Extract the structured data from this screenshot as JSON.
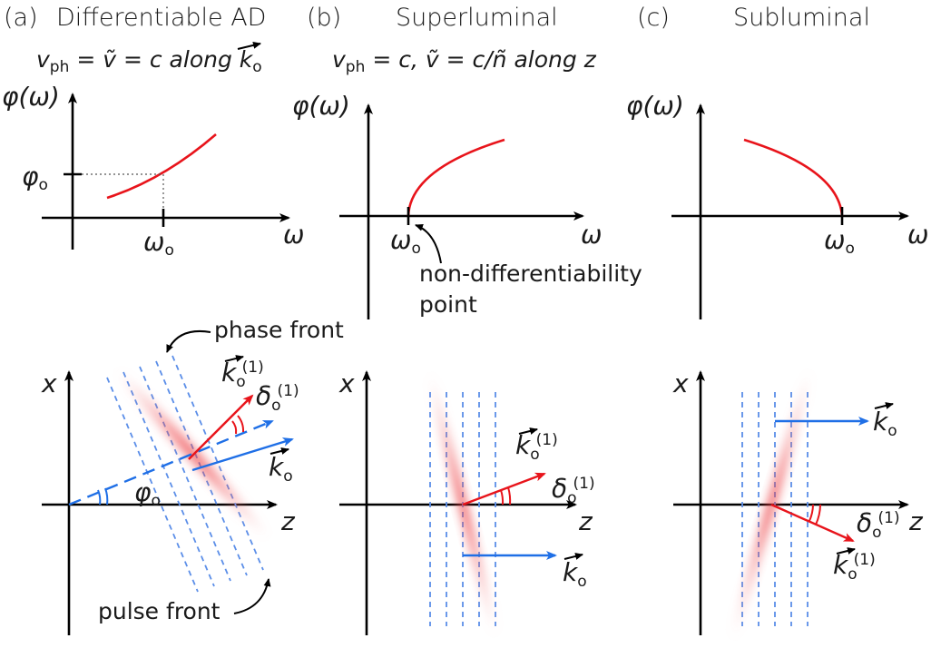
{
  "panels": [
    {
      "tag": "(a)",
      "title": "Differentiable AD",
      "condition": {
        "vph": "v",
        "vph_sub": "ph",
        "eq1": " = ",
        "vtilde": "ṽ",
        "eq2": " = c  along ",
        "k": "k",
        "k_sub": "o"
      },
      "yaxis": "φ(ω)",
      "xaxis": "ω",
      "phi0": "φ",
      "phi0_sub": "o",
      "omega0": "ω",
      "omega0_sub": "o",
      "phase_front": "phase front",
      "pulse_front": "pulse front",
      "x": "x",
      "z": "z",
      "k1": "k",
      "k1_sub": "o",
      "k1_sup": "(1)",
      "delta": "δ",
      "delta_sub": "o",
      "delta_sup": "(1)",
      "k0": "k",
      "k0_sub": "o",
      "angle": "φ",
      "angle_sub": "o"
    },
    {
      "tag": "(b)",
      "title": "Superluminal",
      "condition": {
        "vph": "v",
        "vph_sub": "ph",
        "rest": " = c, ",
        "vtilde": "ṽ",
        "rest2": " = c/ñ along z"
      },
      "yaxis": "φ(ω)",
      "xaxis": "ω",
      "omega0": "ω",
      "omega0_sub": "o",
      "note_line1": "non-differentiability",
      "note_line2": "point",
      "x": "x",
      "z": "z",
      "k1": "k",
      "k1_sub": "o",
      "k1_sup": "(1)",
      "delta": "δ",
      "delta_sub": "o",
      "delta_sup": "(1)",
      "k0": "k",
      "k0_sub": "o"
    },
    {
      "tag": "(c)",
      "title": "Subluminal",
      "yaxis": "φ(ω)",
      "xaxis": "ω",
      "omega0": "ω",
      "omega0_sub": "o",
      "x": "x",
      "z": "z",
      "k1": "k",
      "k1_sub": "o",
      "k1_sup": "(1)",
      "delta": "δ",
      "delta_sub": "o",
      "delta_sup": "(1)",
      "k0": "k",
      "k0_sub": "o"
    }
  ],
  "colors": {
    "curve": "#e8141b",
    "phase_front": "#5b8ee8",
    "k_arrow": "#1f6fe6",
    "axis": "#000000"
  }
}
